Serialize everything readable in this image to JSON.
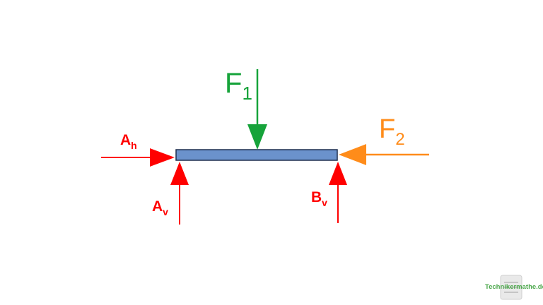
{
  "labels": {
    "f1": {
      "main": "F",
      "sub": "1"
    },
    "f2": {
      "main": "F",
      "sub": "2"
    },
    "ah": {
      "main": "A",
      "sub": "h"
    },
    "av": {
      "main": "A",
      "sub": "v"
    },
    "bv": {
      "main": "B",
      "sub": "v"
    }
  },
  "watermark": {
    "text": "Technikermathe.de"
  },
  "colors": {
    "beam_fill": "#6b92cc",
    "beam_stroke": "#1f2f4f",
    "reaction": "#ff0000",
    "f1": "#16a33a",
    "f2": "#ff8c1a"
  }
}
